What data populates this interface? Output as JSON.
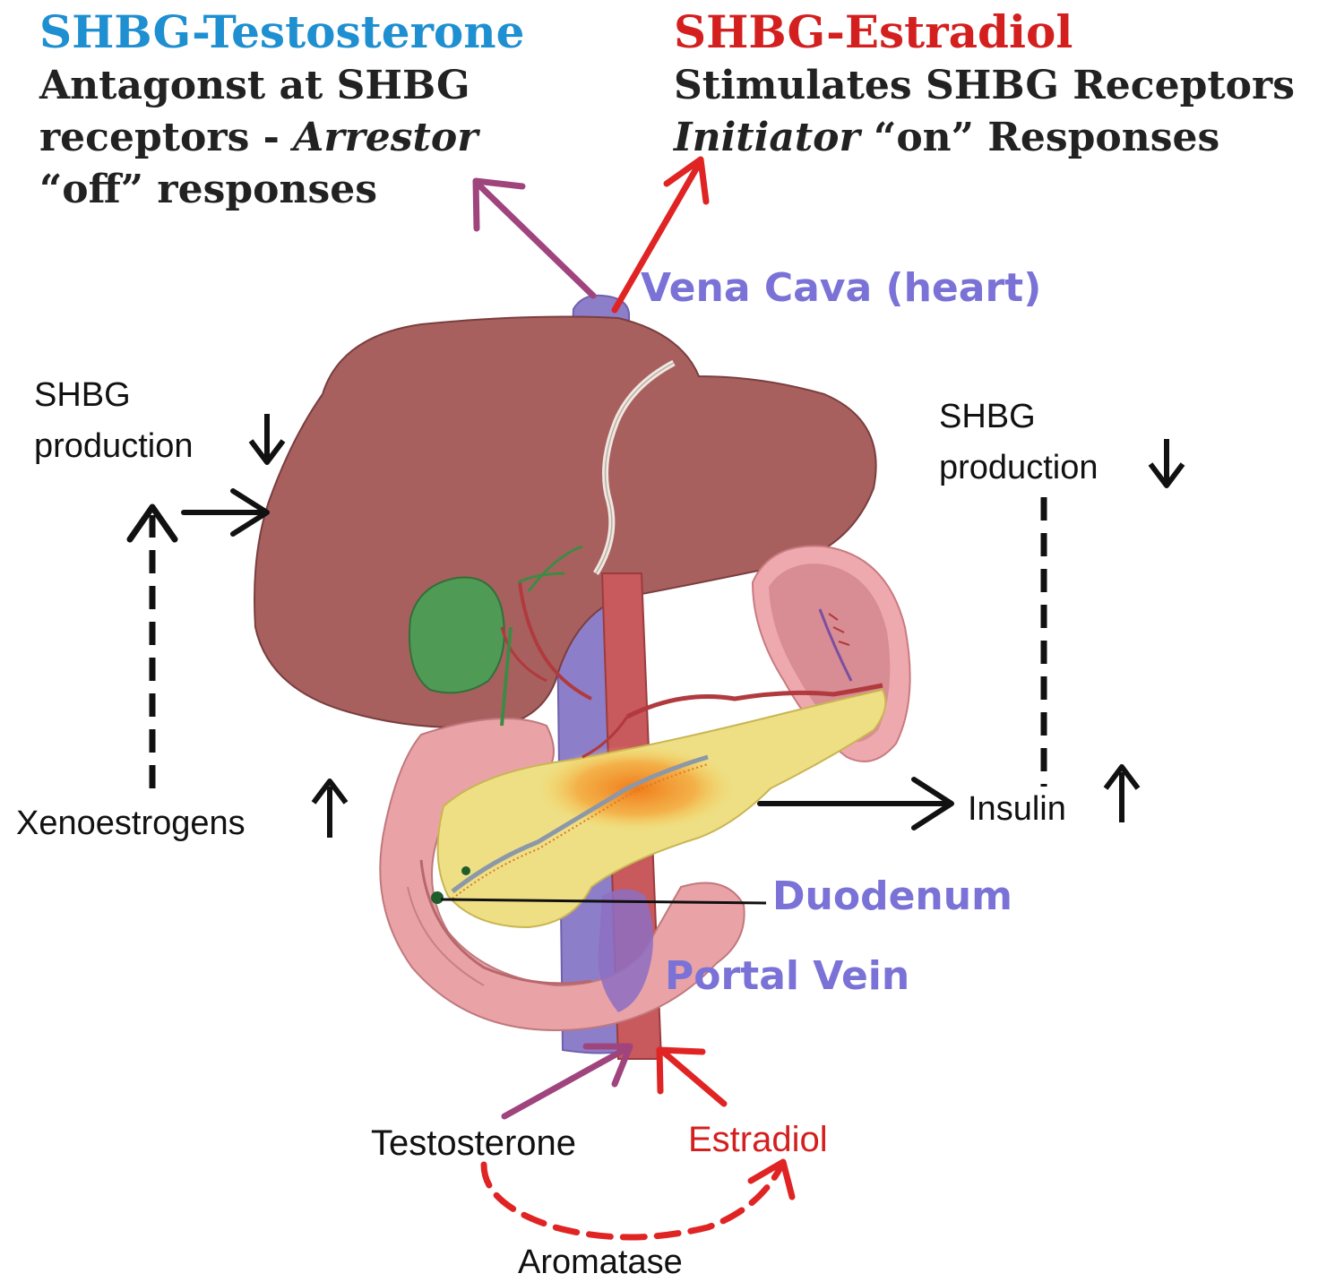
{
  "testosterone_panel": {
    "title": "SHBG-Testosterone",
    "line1": "Antagonst at SHBG",
    "line2_prefix": "receptors - ",
    "line2_italic": "Arrestor",
    "line3": "“off” responses"
  },
  "estradiol_panel": {
    "title": "SHBG-Estradiol",
    "line1": "Stimulates SHBG Receptors",
    "line2_italic": "Initiator",
    "line2_suffix": " “on” Responses"
  },
  "labels": {
    "vena_cava": "Vena Cava (heart)",
    "duodenum": "Duodenum",
    "portal_vein": "Portal Vein",
    "shbg_left_line1": "SHBG",
    "shbg_left_line2": "production",
    "shbg_right_line1": "SHBG",
    "shbg_right_line2": "production",
    "xenoestrogens": "Xenoestrogens",
    "insulin": "Insulin",
    "testosterone": "Testosterone",
    "estradiol": "Estradiol",
    "aromatase": "Aromatase"
  },
  "colors": {
    "testosterone_title": "#1e8fd0",
    "estradiol_red": "#d41f1f",
    "label_purple": "#7a72d6",
    "testosterone_arrow": "#a0447e",
    "liver": "#a8605f",
    "gallbladder": "#4f9a55",
    "pancreas": "#eedf85",
    "vena_cava": "#8d7ec9",
    "aorta": "#c8595c",
    "duodenum": "#e9a3a6"
  },
  "icons": {
    "down_arrow": "arrow-down-icon",
    "up_arrow": "arrow-up-icon",
    "right_arrow": "arrow-right-icon"
  }
}
